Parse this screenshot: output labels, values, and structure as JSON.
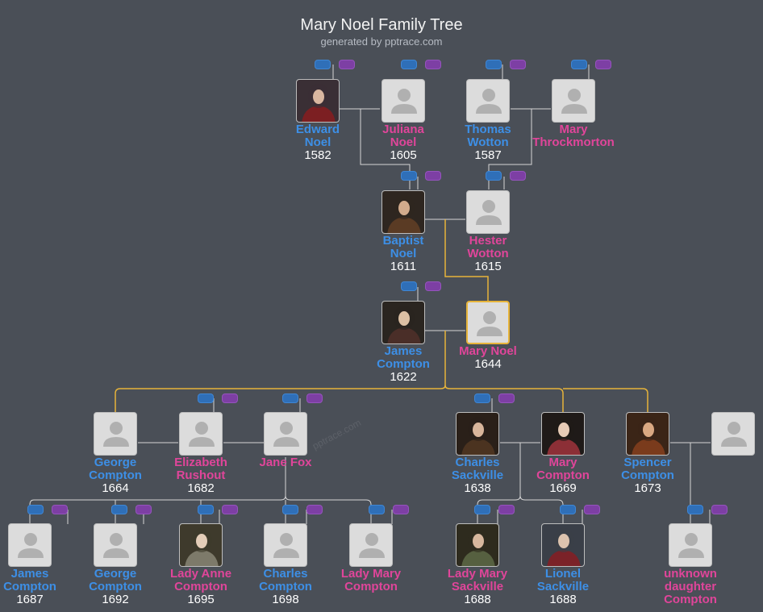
{
  "header": {
    "title": "Mary Noel Family Tree",
    "subtitle": "generated by pptrace.com",
    "watermark": "pptrace.com"
  },
  "colors": {
    "male": "#3d8fe6",
    "female": "#e0459a",
    "selected_border": "#e7b43a",
    "lineage_line": "#e7b43a",
    "background": "#4a4f57"
  },
  "people": {
    "edward_noel": {
      "name1": "Edward",
      "name2": "Noel",
      "year": "1582",
      "gender": "male",
      "photo": "portrait"
    },
    "juliana_noel": {
      "name1": "Juliana",
      "name2": "Noel",
      "year": "1605",
      "gender": "female",
      "photo": "placeholder"
    },
    "thomas_wotton": {
      "name1": "Thomas",
      "name2": "Wotton",
      "year": "1587",
      "gender": "male",
      "photo": "placeholder"
    },
    "mary_throckmorton": {
      "name1": "Mary",
      "name2": "Throckmorton",
      "year": "",
      "gender": "female",
      "photo": "placeholder"
    },
    "baptist_noel": {
      "name1": "Baptist",
      "name2": "Noel",
      "year": "1611",
      "gender": "male",
      "photo": "portrait"
    },
    "hester_wotton": {
      "name1": "Hester",
      "name2": "Wotton",
      "year": "1615",
      "gender": "female",
      "photo": "placeholder"
    },
    "james_compton": {
      "name1": "James",
      "name2": "Compton",
      "year": "1622",
      "gender": "male",
      "photo": "portrait"
    },
    "mary_noel": {
      "name1": "Mary Noel",
      "name2": "",
      "year": "1644",
      "gender": "female",
      "photo": "placeholder",
      "selected": true
    },
    "george_compton_1664": {
      "name1": "George",
      "name2": "Compton",
      "year": "1664",
      "gender": "male",
      "photo": "placeholder"
    },
    "elizabeth_rushout": {
      "name1": "Elizabeth",
      "name2": "Rushout",
      "year": "1682",
      "gender": "female",
      "photo": "placeholder"
    },
    "jane_fox": {
      "name1": "Jane Fox",
      "name2": "",
      "year": "",
      "gender": "female",
      "photo": "placeholder"
    },
    "charles_sackville": {
      "name1": "Charles",
      "name2": "Sackville",
      "year": "1638",
      "gender": "male",
      "photo": "portrait"
    },
    "mary_compton": {
      "name1": "Mary",
      "name2": "Compton",
      "year": "1669",
      "gender": "female",
      "photo": "portrait"
    },
    "spencer_compton": {
      "name1": "Spencer",
      "name2": "Compton",
      "year": "1673",
      "gender": "male",
      "photo": "portrait"
    },
    "spencer_spouse": {
      "name1": "",
      "name2": "",
      "year": "",
      "gender": "female",
      "photo": "placeholder"
    },
    "james_compton_1687": {
      "name1": "James",
      "name2": "Compton",
      "year": "1687",
      "gender": "male",
      "photo": "placeholder"
    },
    "george_compton_1692": {
      "name1": "George",
      "name2": "Compton",
      "year": "1692",
      "gender": "male",
      "photo": "placeholder"
    },
    "lady_anne_compton": {
      "name1": "Lady Anne",
      "name2": "Compton",
      "year": "1695",
      "gender": "female",
      "photo": "portrait"
    },
    "charles_compton": {
      "name1": "Charles",
      "name2": "Compton",
      "year": "1698",
      "gender": "male",
      "photo": "placeholder"
    },
    "lady_mary_compton": {
      "name1": "Lady Mary",
      "name2": "Compton",
      "year": "",
      "gender": "female",
      "photo": "placeholder"
    },
    "lady_mary_sackville": {
      "name1": "Lady Mary",
      "name2": "Sackville",
      "year": "1688",
      "gender": "female",
      "photo": "portrait"
    },
    "lionel_sackville": {
      "name1": "Lionel",
      "name2": "Sackville",
      "year": "1688",
      "gender": "male",
      "photo": "portrait"
    },
    "unknown_daughter": {
      "name1": "unknown",
      "name2": "daughter",
      "name3": "Compton",
      "year": "",
      "gender": "female",
      "photo": "placeholder"
    }
  }
}
